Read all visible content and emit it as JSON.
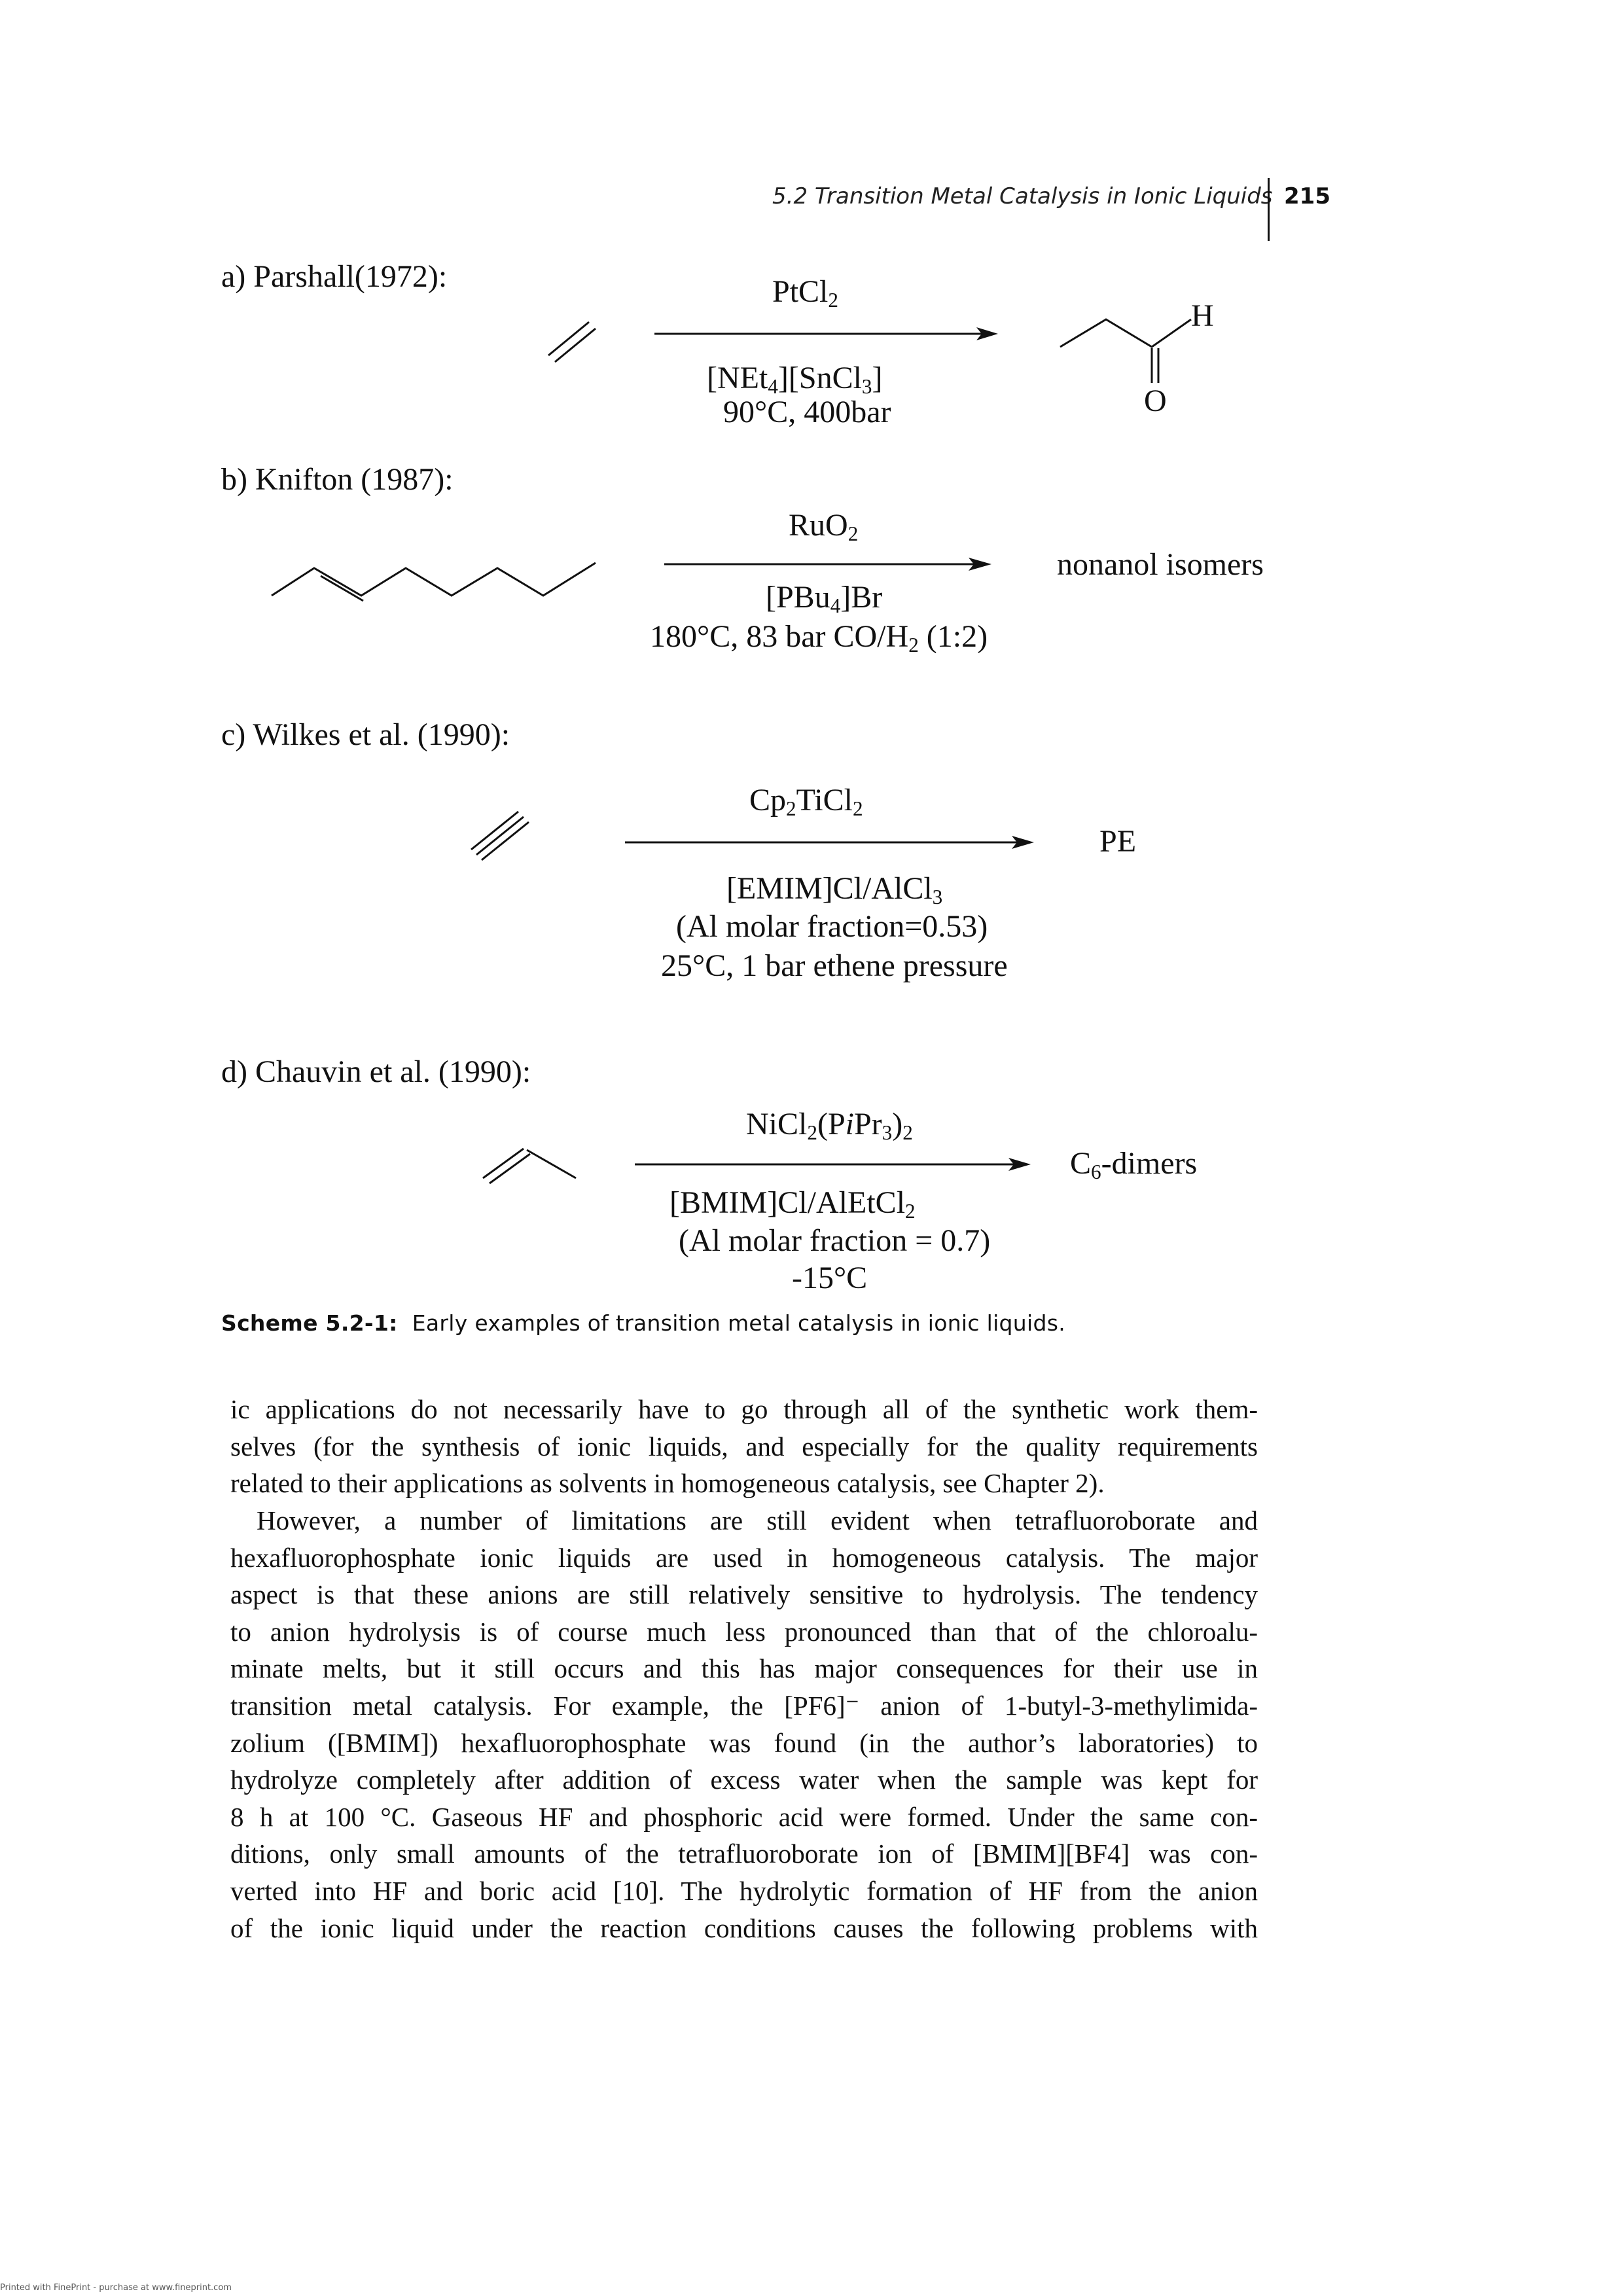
{
  "header": {
    "running_title": "5.2 Transition Metal Catalysis in Ionic Liquids",
    "page_number": "215"
  },
  "scheme": {
    "a": {
      "label": "a) Parshall(1972):",
      "catalyst": "PtCl2",
      "medium": "[NEt4][SnCl3]",
      "conditions": "90°C, 400bar",
      "product_h": "H",
      "product_o": "O"
    },
    "b": {
      "label": "b) Knifton (1987):",
      "catalyst": "RuO2",
      "medium": "[PBu4]Br",
      "conditions": "180°C, 83 bar CO/H2 (1:2)",
      "product": "nonanol isomers"
    },
    "c": {
      "label": "c) Wilkes et al. (1990):",
      "catalyst": "Cp2TiCl2",
      "medium": "[EMIM]Cl/AlCl3",
      "fraction": "(Al molar fraction=0.53)",
      "conditions": "25°C, 1 bar ethene pressure",
      "product": "PE"
    },
    "d": {
      "label": "d) Chauvin et al. (1990):",
      "catalyst": "NiCl2(PiPr3)2",
      "medium": "[BMIM]Cl/AlEtCl2",
      "fraction": "(Al molar fraction = 0.7)",
      "conditions": "-15°C",
      "product": "C6-dimers"
    }
  },
  "caption": {
    "label": "Scheme 5.2-1:",
    "text": "Early examples of transition metal catalysis in ionic liquids."
  },
  "body": {
    "p1": [
      "ic applications do not necessarily have to go through all of the synthetic work them-",
      "selves (for the synthesis of ionic liquids, and especially for the quality requirements",
      "related to their applications as solvents in homogeneous catalysis, see Chapter 2)."
    ],
    "p2": [
      "However, a number of limitations are still evident when tetrafluoroborate and",
      "hexafluorophosphate ionic liquids are used in homogeneous catalysis. The major",
      "aspect is that these anions are still relatively sensitive to hydrolysis. The tendency",
      "to anion hydrolysis is of course much less pronounced than that of the chloroalu-",
      "minate melts, but it still occurs and this has major consequences for their use in",
      "transition metal catalysis. For example, the [PF6]⁻ anion of 1-butyl-3-methylimida-",
      "zolium ([BMIM]) hexafluorophosphate was found (in the author’s laboratories) to",
      "hydrolyze completely after addition of excess water when the sample was kept for",
      "8 h at 100 °C. Gaseous HF and phosphoric acid were formed. Under the same con-",
      "ditions, only small amounts of the tetrafluoroborate ion of [BMIM][BF4] was con-",
      "verted into HF and boric acid [10]. The hydrolytic formation of HF from the anion",
      "of the ionic liquid under the reaction conditions causes the following problems with"
    ]
  },
  "footer": "Printed with FinePrint - purchase at www.fineprint.com"
}
